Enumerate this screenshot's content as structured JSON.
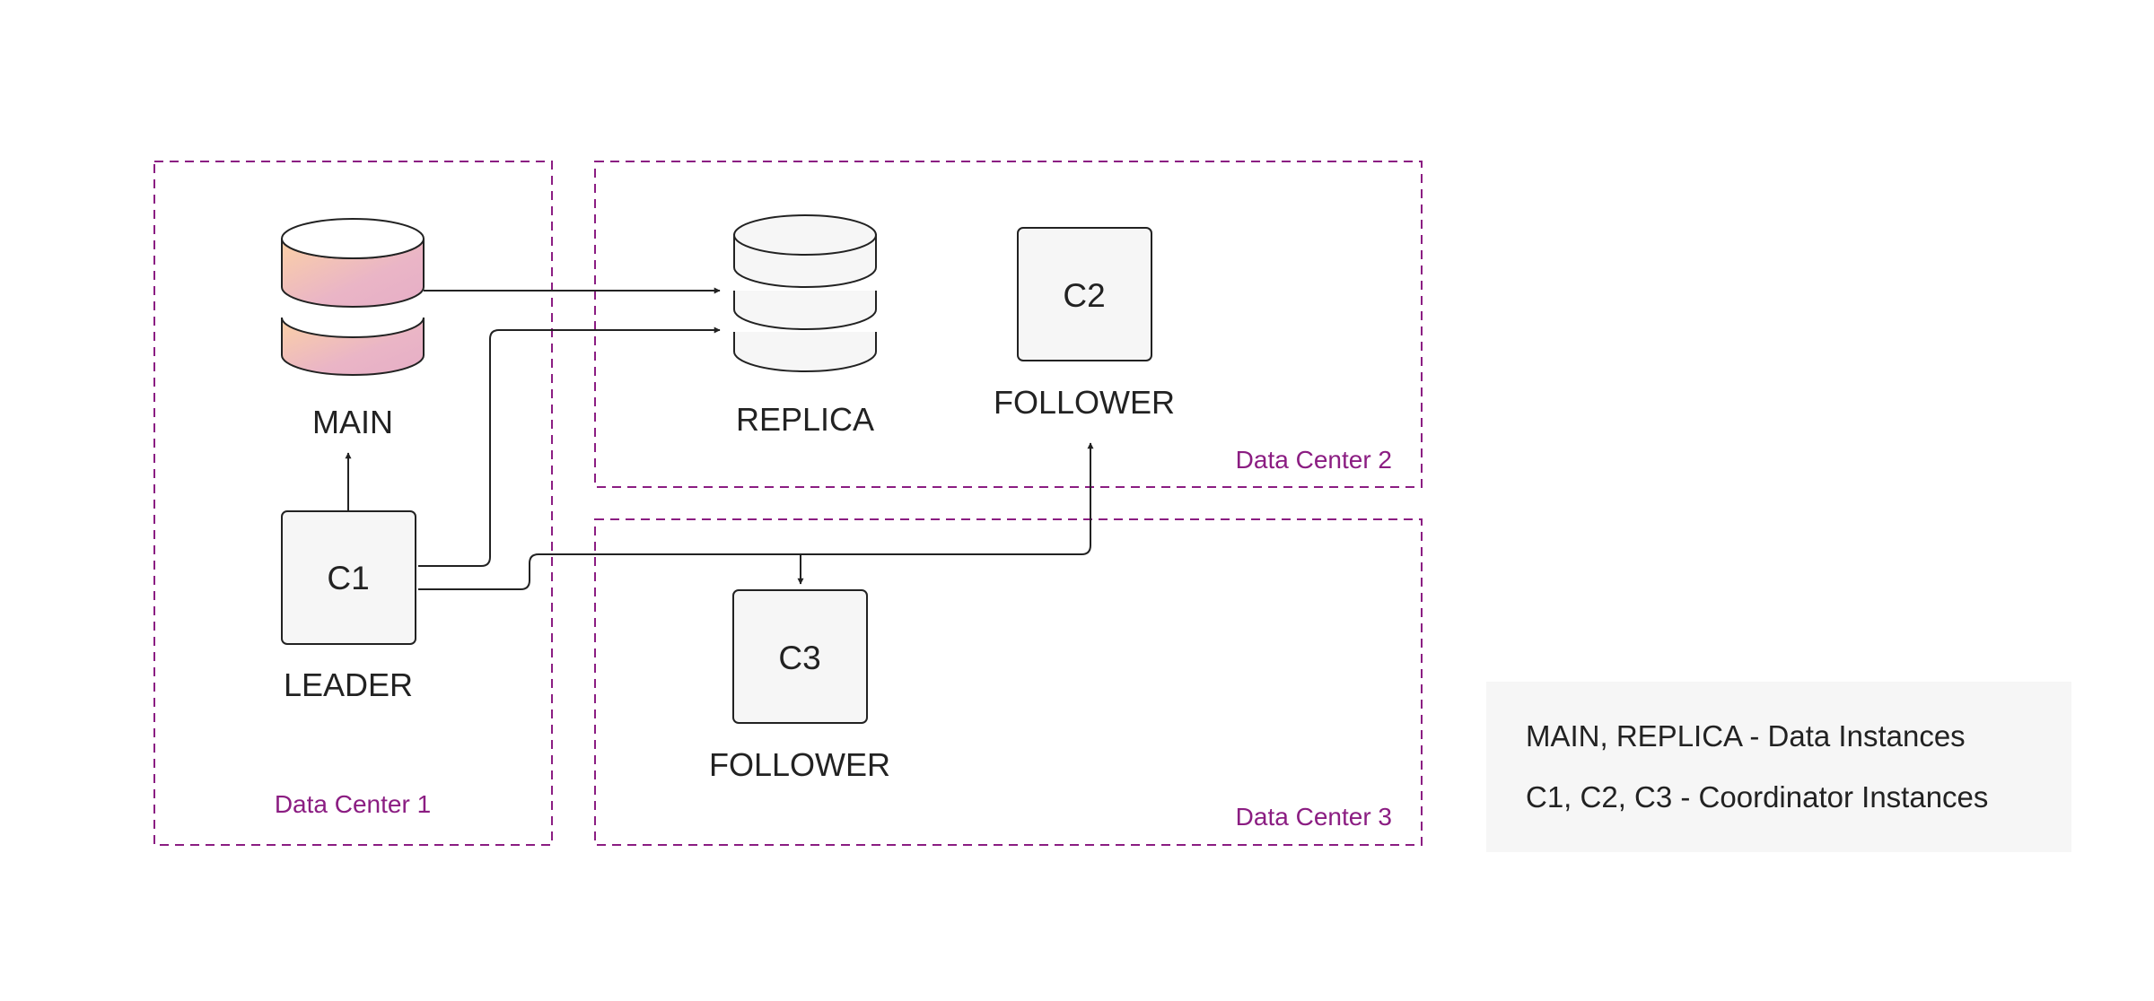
{
  "colors": {
    "region_border": "#8b1d82",
    "region_label": "#8b1d82",
    "main_gradient_start": "#fbd0a6",
    "main_gradient_end": "#e8b2c8",
    "node_fill": "#f6f6f6",
    "stroke": "#222222",
    "legend_bg": "#f6f6f6"
  },
  "regions": [
    {
      "id": "dc1",
      "label": "Data Center 1"
    },
    {
      "id": "dc2",
      "label": "Data Center 2"
    },
    {
      "id": "dc3",
      "label": "Data Center 3"
    }
  ],
  "databases": [
    {
      "id": "main",
      "label": "MAIN",
      "style": "gradient"
    },
    {
      "id": "replica",
      "label": "REPLICA",
      "style": "plain"
    }
  ],
  "coordinators": [
    {
      "id": "c1",
      "name": "C1",
      "role": "LEADER"
    },
    {
      "id": "c2",
      "name": "C2",
      "role": "FOLLOWER"
    },
    {
      "id": "c3",
      "name": "C3",
      "role": "FOLLOWER"
    }
  ],
  "connections": [
    {
      "from": "main",
      "to": "replica"
    },
    {
      "from": "c1",
      "to": "main"
    },
    {
      "from": "c1",
      "to": "replica"
    },
    {
      "from": "c1",
      "to": "c2"
    },
    {
      "from": "c1",
      "to": "c3"
    }
  ],
  "legend": {
    "line1": "MAIN, REPLICA - Data Instances",
    "line2": "C1, C2, C3 - Coordinator Instances"
  }
}
